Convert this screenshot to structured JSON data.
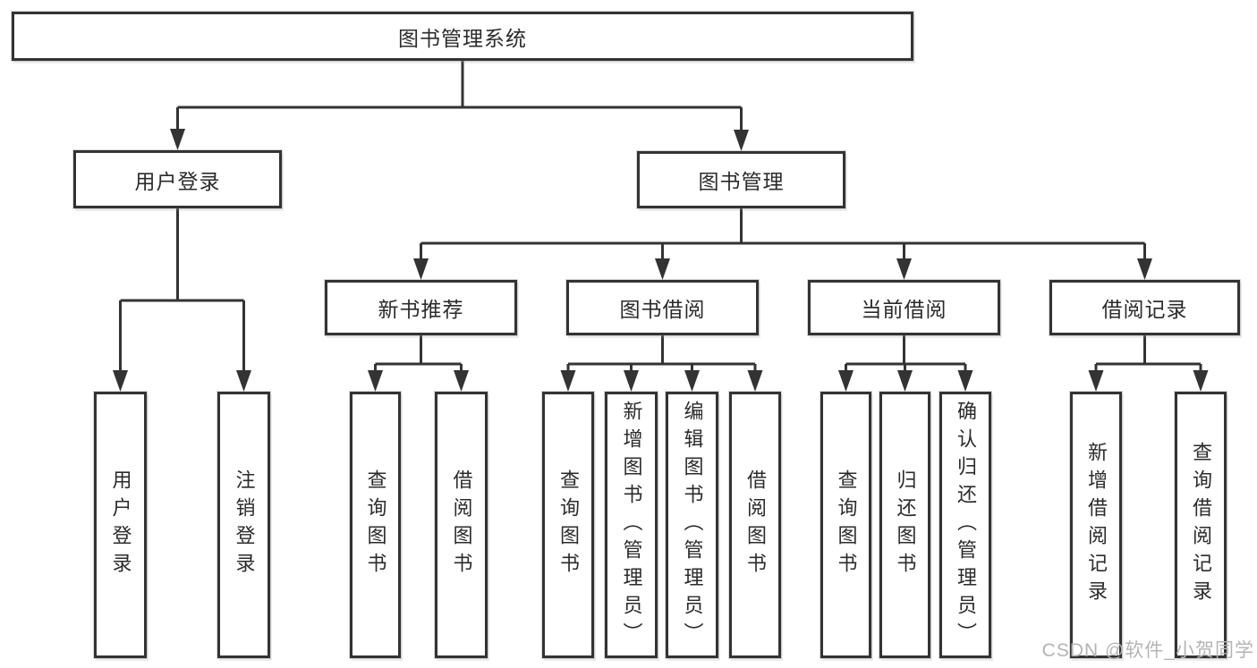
{
  "tree": {
    "label": "图书管理系统",
    "children": [
      {
        "label": "用户登录",
        "children": [
          {
            "label": "用户登录"
          },
          {
            "label": "注销登录"
          }
        ]
      },
      {
        "label": "图书管理",
        "children": [
          {
            "label": "新书推荐",
            "children": [
              {
                "label": "查询图书"
              },
              {
                "label": "借阅图书"
              }
            ]
          },
          {
            "label": "图书借阅",
            "children": [
              {
                "label": "查询图书"
              },
              {
                "label": "新增图书（管理员）"
              },
              {
                "label": "编辑图书（管理员）"
              },
              {
                "label": "借阅图书"
              }
            ]
          },
          {
            "label": "当前借阅",
            "children": [
              {
                "label": "查询图书"
              },
              {
                "label": "归还图书"
              },
              {
                "label": "确认归还（管理员）"
              }
            ]
          },
          {
            "label": "借阅记录",
            "children": [
              {
                "label": "新增借阅记录"
              },
              {
                "label": "查询借阅记录"
              }
            ]
          }
        ]
      }
    ]
  },
  "watermark": "CSDN @软件_小贺同学",
  "colors": {
    "line": "#333333",
    "text": "#2b2b2b",
    "box_background": "#ffffff",
    "watermark": "#b4b4b4"
  }
}
